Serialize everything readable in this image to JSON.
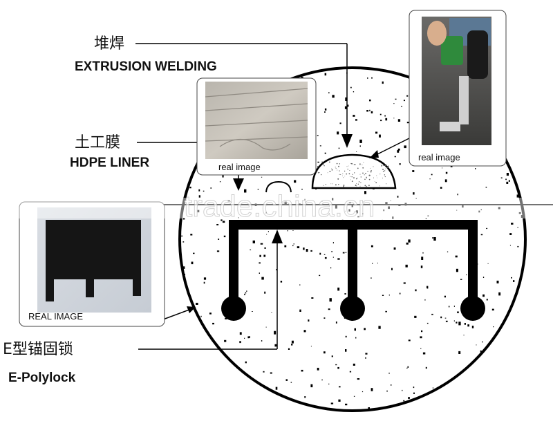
{
  "labels": {
    "extrusion_cn": "堆焊",
    "extrusion_en": "EXTRUSION WELDING",
    "liner_cn": "土工膜",
    "liner_en": "HDPE LINER",
    "lock_cn": "E型锚固锁",
    "lock_en": "E-Polylock"
  },
  "photos": {
    "liner_caption": "real image",
    "welder_caption": "real image",
    "profile_caption": "REAL  IMAGE"
  },
  "watermark": "trade.china.cn"
}
